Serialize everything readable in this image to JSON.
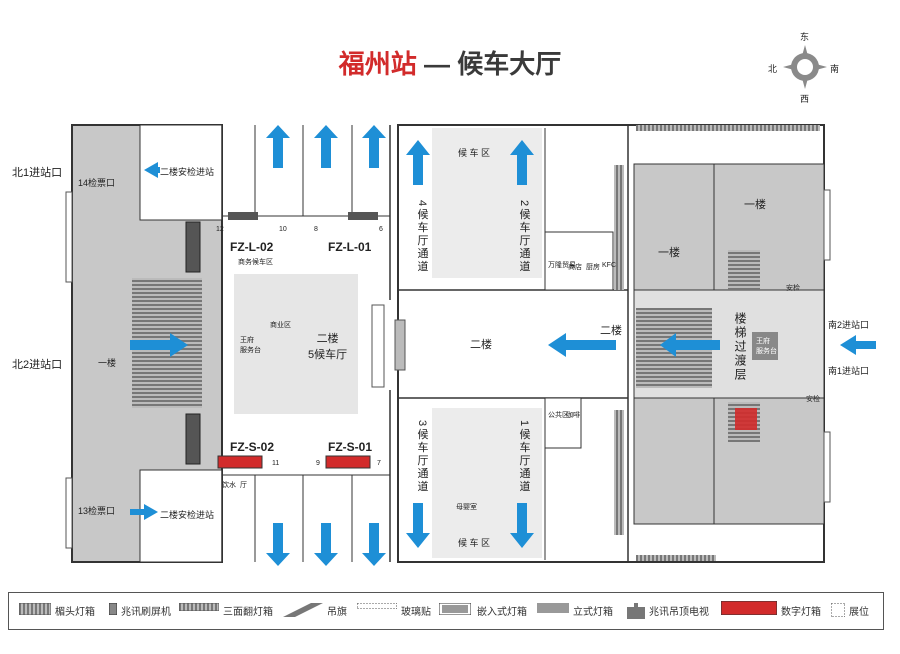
{
  "title": {
    "station": "福州站",
    "separator": "—",
    "hall": "候车大厅"
  },
  "compass": {
    "north": "北",
    "south": "南",
    "east": "东",
    "west": "西"
  },
  "left_area": {
    "entrance_north1": "北1进站口",
    "entrance_north2": "北2进站口",
    "gate_14": "14检票口",
    "gate_13": "13检票口",
    "upper_security_top": "二楼安检进站",
    "upper_security_bottom": "二楼安检进站",
    "floor_label": "一楼"
  },
  "center_left": {
    "board_l02": "FZ-L-02",
    "board_l01": "FZ-L-01",
    "board_s02": "FZ-S-02",
    "board_s01": "FZ-S-01",
    "num_12": "12",
    "num_10": "10",
    "num_8": "8",
    "num_6": "6",
    "num_11": "11",
    "num_9": "9",
    "num_7": "7",
    "special_area": "商务候车区",
    "hall_name": "二楼\n5候车厅",
    "info_desk": "王府\n服务台",
    "office": "商业区",
    "drinking": "饮水",
    "s_label": "厅"
  },
  "center": {
    "top_zone": "候 车 区",
    "bottom_zone": "候 车 区",
    "hall4_channel": "4候车厅通道",
    "hall2_channel": "2候车厅通道",
    "hall3_channel": "3候车厅通道",
    "hall1_channel": "1候车厅通道",
    "floor2": "二楼",
    "shops_top": [
      "万隆贸易",
      "商店",
      "厨房",
      "KFC"
    ],
    "shops_bottom": [
      "公共区",
      "咖啡"
    ],
    "bottom_kiosk": "母婴室"
  },
  "right_area": {
    "floor1_top": "一楼",
    "floor1_left": "一楼",
    "stair_label": "楼梯过渡层",
    "floor2_label": "二楼",
    "entrance_south2": "南2进站口",
    "entrance_south1": "南1进站口",
    "security_top": "安检",
    "security_bottom": "安检",
    "info_desk": "王府\n服务台"
  },
  "legend": [
    {
      "icon": "light-box-icon",
      "label": "楣头灯箱"
    },
    {
      "icon": "scanner-icon",
      "label": "兆讯刷屏机"
    },
    {
      "icon": "three-sided-icon",
      "label": "三面翻灯箱"
    },
    {
      "icon": "flag-icon",
      "label": "吊旗"
    },
    {
      "icon": "glass-icon",
      "label": "玻璃贴"
    },
    {
      "icon": "embedded-icon",
      "label": "嵌入式灯箱"
    },
    {
      "icon": "standing-icon",
      "label": "立式灯箱"
    },
    {
      "icon": "tv-icon",
      "label": "兆讯吊顶电视"
    },
    {
      "icon": "digital-box-icon",
      "label": "数字灯箱"
    },
    {
      "icon": "booth-icon",
      "label": "展位"
    }
  ],
  "colors": {
    "arrow": "#1e8fd6",
    "digital_box": "#d22b2b",
    "floor_gray": "#c8c8c8",
    "wall": "#333333"
  }
}
